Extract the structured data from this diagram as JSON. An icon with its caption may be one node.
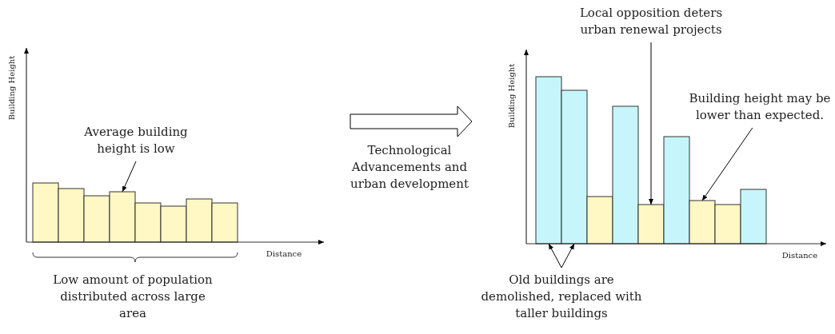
{
  "diagram": {
    "nodes": [
      {
        "text": [
          "Average building height is low"
        ]
      },
      {
        "text": [],
        "shape": "bar"
      },
      {
        "text": [],
        "shape": "bar"
      },
      {
        "text": [],
        "shape": "bar"
      },
      {
        "text": [],
        "shape": "bar"
      },
      {
        "text": [],
        "shape": "bar"
      },
      {
        "text": [],
        "shape": "bar"
      },
      {
        "text": [],
        "shape": "bar"
      },
      {
        "text": [],
        "shape": "bar"
      },
      {
        "text": [
          "Local opposition deters urban renewal projects"
        ]
      },
      {
        "text": [
          "Building height may be lower than expected."
        ]
      },
      {
        "text": [],
        "shape": "bar"
      },
      {
        "text": [],
        "shape": "bar"
      },
      {
        "text": [],
        "shape": "bar"
      },
      {
        "text": [],
        "shape": "bar"
      },
      {
        "text": [],
        "shape": "bar"
      },
      {
        "text": [],
        "shape": "bar"
      },
      {
        "text": [],
        "shape": "bar"
      },
      {
        "text": [],
        "shape": "bar"
      },
      {
        "text": [],
        "shape": "bar"
      },
      {
        "text": [
          "Old buildings are demolished, replaced with taller buildings"
        ]
      }
    ],
    "edges": [
      {
        "from": 0,
        "to": 4,
        "arrow": "to"
      },
      {
        "from": 9,
        "to": 15,
        "arrow": "to"
      },
      {
        "from": 10,
        "to": 17,
        "arrow": "to"
      },
      {
        "from": 20,
        "to": 11,
        "arrow": "to"
      },
      {
        "from": 20,
        "to": 12,
        "arrow": "to"
      }
    ],
    "labels": [
      "Building Height",
      "Distance",
      "Low amount of population distributed across large area",
      "Technological Advancements and urban development",
      "Building Height",
      "Distance"
    ]
  }
}
